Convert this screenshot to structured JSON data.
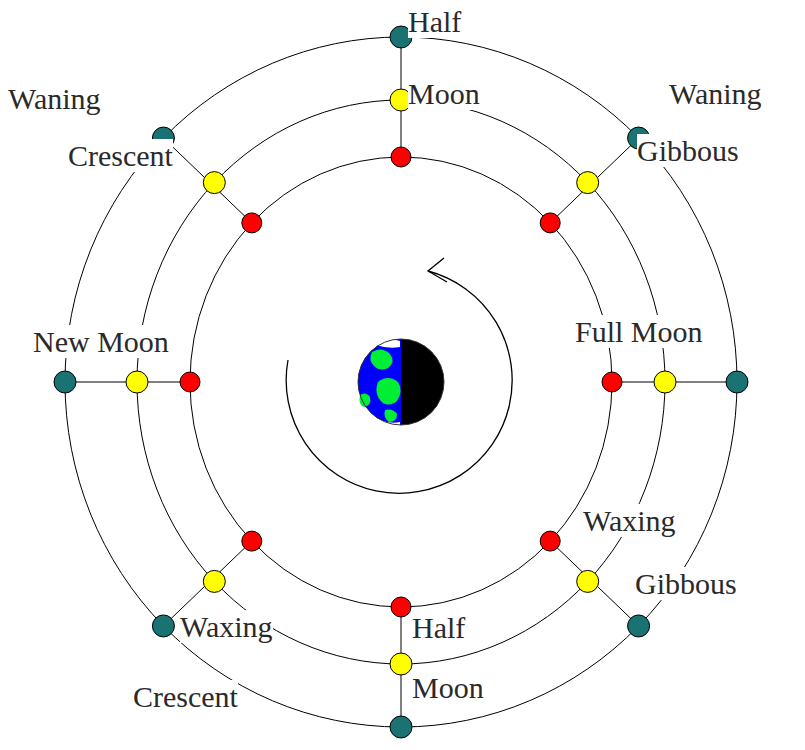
{
  "diagram": {
    "labels": [
      "Half Moon",
      "Waning Crescent",
      "Waning Gibbous",
      "New Moon",
      "Full Moon",
      "Waxing Gibbous",
      "Half Moon",
      "Waxing Crescent"
    ]
  }
}
